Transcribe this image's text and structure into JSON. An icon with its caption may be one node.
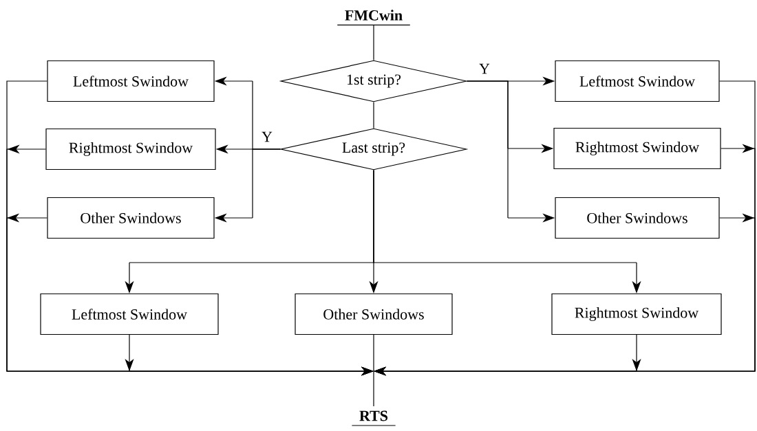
{
  "diagram": {
    "nodes": [
      {
        "text": [
          "FMCwin"
        ]
      },
      {
        "text": [
          "1st strip?"
        ]
      },
      {
        "text": [
          "Last strip?"
        ]
      },
      {
        "text": [
          "Leftmost Swindow"
        ]
      },
      {
        "text": [
          "Rightmost Swindow"
        ]
      },
      {
        "text": [
          "Other Swindows"
        ]
      },
      {
        "text": [
          "Leftmost Swindow"
        ]
      },
      {
        "text": [
          "Rightmost Swindow"
        ]
      },
      {
        "text": [
          "Other Swindows"
        ]
      },
      {
        "text": [
          "Leftmost Swindow"
        ]
      },
      {
        "text": [
          "Other Swindows"
        ]
      },
      {
        "text": [
          "Rightmost Swindow"
        ]
      },
      {
        "text": [
          "RTS"
        ]
      }
    ],
    "edges": [
      {
        "from": 0,
        "to": 1,
        "arrow": "none"
      },
      {
        "from": 1,
        "to": 2,
        "arrow": "none"
      },
      {
        "from": 1,
        "to": 6,
        "arrow": "to",
        "label": "Y"
      },
      {
        "from": 1,
        "to": 7,
        "arrow": "to"
      },
      {
        "from": 1,
        "to": 8,
        "arrow": "to"
      },
      {
        "from": 2,
        "to": 3,
        "arrow": "to"
      },
      {
        "from": 2,
        "to": 4,
        "arrow": "to",
        "label": "Y"
      },
      {
        "from": 2,
        "to": 5,
        "arrow": "to"
      },
      {
        "from": 2,
        "to": 9,
        "arrow": "to"
      },
      {
        "from": 2,
        "to": 10,
        "arrow": "to"
      },
      {
        "from": 2,
        "to": 11,
        "arrow": "to"
      },
      {
        "from": 3,
        "to": null,
        "arrow": "to"
      },
      {
        "from": 4,
        "to": null,
        "arrow": "to"
      },
      {
        "from": 5,
        "to": null,
        "arrow": "to"
      },
      {
        "from": 6,
        "to": null,
        "arrow": "to"
      },
      {
        "from": 7,
        "to": null,
        "arrow": "to"
      },
      {
        "from": 8,
        "to": null,
        "arrow": "to"
      },
      {
        "from": 9,
        "to": null,
        "arrow": "to"
      },
      {
        "from": 10,
        "to": 12,
        "arrow": "none"
      },
      {
        "from": 11,
        "to": null,
        "arrow": "to"
      }
    ]
  }
}
